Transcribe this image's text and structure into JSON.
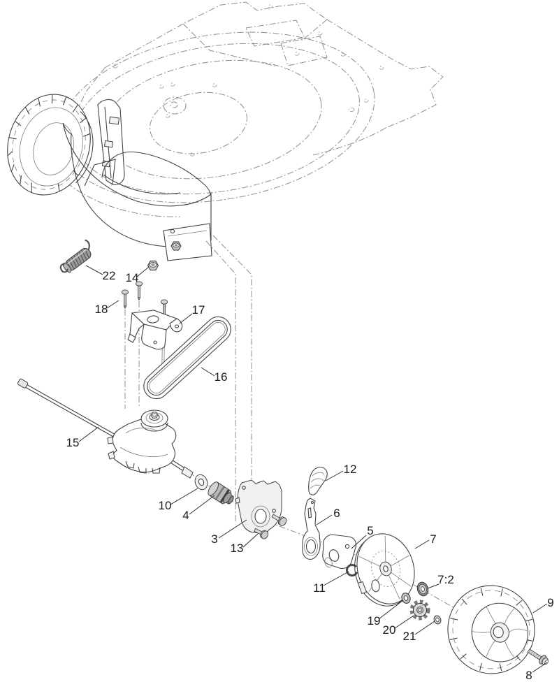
{
  "colors": {
    "background": "#ffffff",
    "solid_line": "#424242",
    "phantom_line": "#8d8d8d",
    "metal_shade": "#9a9a9a",
    "label_text": "#1a1a1a"
  },
  "callouts": [
    {
      "label": "22"
    },
    {
      "label": "14"
    },
    {
      "label": "18"
    },
    {
      "label": "17"
    },
    {
      "label": "16"
    },
    {
      "label": "15"
    },
    {
      "label": "10"
    },
    {
      "label": "4"
    },
    {
      "label": "3"
    },
    {
      "label": "13"
    },
    {
      "label": "12"
    },
    {
      "label": "6"
    },
    {
      "label": "5"
    },
    {
      "label": "11"
    },
    {
      "label": "7"
    },
    {
      "label": "7:2"
    },
    {
      "label": "19"
    },
    {
      "label": "20"
    },
    {
      "label": "21"
    },
    {
      "label": "9"
    },
    {
      "label": "8"
    }
  ]
}
